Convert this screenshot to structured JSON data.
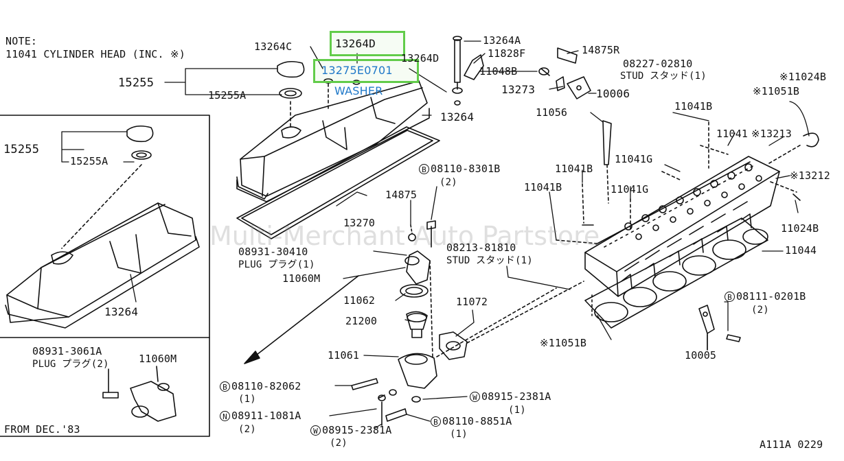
{
  "note": {
    "title": "NOTE:",
    "line": "11041 CYLINDER HEAD (INC. ※)"
  },
  "watermark": "Multi-Merchant Auto Partstore",
  "highlight_color": "#62cc4a",
  "link_color": "#1f78c8",
  "highlighted_parts": {
    "part_13264D": "13264D",
    "part_13275E0701": "13275E0701",
    "washer_label": "WASHER"
  },
  "labels": {
    "p13264C": "13264C",
    "p15255_top": "15255",
    "p15255A_top": "15255A",
    "p13264D_2": "13264D",
    "p13264A": "13264A",
    "p11828F": "11828F",
    "p11048B": "11048B",
    "p13273": "13273",
    "p14875R": "14875R",
    "p08227": "08227-02810",
    "p08227_desc": "STUD スタッド(1)",
    "p11024B_top": "※11024B",
    "p11051B_top": "※11051B",
    "p10006": "10006",
    "p13264_top": "13264",
    "p11056": "11056",
    "p11041B_r": "11041B",
    "p11041": "11041",
    "p13213": "※13213",
    "p11041G_a": "11041G",
    "p13212": "※13212",
    "p11041B_m": "11041B",
    "p11041G_b": "11041G",
    "p11041B_l": "11041B",
    "p11024B_bot": "11024B",
    "p08110_8301B": "08110-8301B",
    "p08110_8301B_qty": "(2)",
    "p14875": "14875",
    "p13270": "13270",
    "p08931_30410": "08931-30410",
    "p08931_desc": "PLUG プラグ(1)",
    "p11060M": "11060M",
    "p08213": "08213-81810",
    "p08213_desc": "STUD スタッド(1)",
    "p11044": "11044",
    "p11062": "11062",
    "p11072": "11072",
    "p21200": "21200",
    "p08111_0201B": "08111-0201B",
    "p08111_qty": "(2)",
    "p11061": "11061",
    "p11051B_bot": "※11051B",
    "p10005": "10005",
    "p08110_82062": "08110-82062",
    "p08110_82062_qty": "(1)",
    "p08915_2381A_r": "08915-2381A",
    "p08915_r_qty": "(1)",
    "p08911": "08911-1081A",
    "p08911_qty": "(2)",
    "p08110_8851A": "08110-8851A",
    "p08110_8851A_qty": "(1)",
    "p08915_2381A_b": "08915-2381A",
    "p08915_b_qty": "(2)",
    "inset_15255": "15255",
    "inset_15255A": "15255A",
    "inset_13264": "13264",
    "inset_08931": "08931-3061A",
    "inset_plug": "PLUG プラグ(2)",
    "inset_11060M": "11060M",
    "inset_from": "FROM DEC.'83",
    "diagram_code": "A111A 0229"
  },
  "circle_marks": {
    "b": "B",
    "n": "N",
    "w": "W"
  }
}
